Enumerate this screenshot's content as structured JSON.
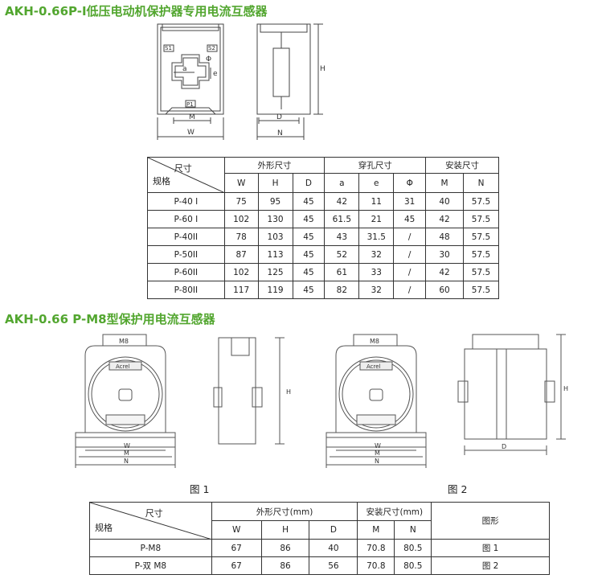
{
  "section1": {
    "title": "AKH-0.66P-I低压电动机保护器专用电流互感器",
    "drawing_labels": {
      "s1": "S1",
      "s2": "S2",
      "p1": "P1",
      "a": "a",
      "e": "e",
      "phi": "Φ",
      "m": "M",
      "w": "W",
      "d": "D",
      "n": "N",
      "h": "H"
    },
    "table": {
      "corner_top": "尺寸",
      "corner_bottom": "规格",
      "groups": [
        "外形尺寸",
        "穿孔尺寸",
        "安装尺寸"
      ],
      "columns": [
        "W",
        "H",
        "D",
        "a",
        "e",
        "Φ",
        "M",
        "N"
      ],
      "rows": [
        {
          "model": "P-40 I",
          "values": [
            "75",
            "95",
            "45",
            "42",
            "11",
            "31",
            "40",
            "57.5"
          ]
        },
        {
          "model": "P-60 I",
          "values": [
            "102",
            "130",
            "45",
            "61.5",
            "21",
            "45",
            "42",
            "57.5"
          ]
        },
        {
          "model": "P-40II",
          "values": [
            "78",
            "103",
            "45",
            "43",
            "31.5",
            "/",
            "48",
            "57.5"
          ]
        },
        {
          "model": "P-50II",
          "values": [
            "87",
            "113",
            "45",
            "52",
            "32",
            "/",
            "30",
            "57.5"
          ]
        },
        {
          "model": "P-60II",
          "values": [
            "102",
            "125",
            "45",
            "61",
            "33",
            "/",
            "42",
            "57.5"
          ]
        },
        {
          "model": "P-80II",
          "values": [
            "117",
            "119",
            "45",
            "82",
            "32",
            "/",
            "60",
            "57.5"
          ]
        }
      ]
    }
  },
  "section2": {
    "title": "AKH-0.66 P-M8型保护用电流互感器",
    "drawing_labels": {
      "m8": "M8",
      "brand": "Acrel",
      "w": "W",
      "m": "M",
      "n": "N",
      "h": "H",
      "d": "D"
    },
    "fig1_label": "图 1",
    "fig2_label": "图 2",
    "table": {
      "corner_top": "尺寸",
      "corner_bottom": "规格",
      "groups": [
        "外形尺寸(mm)",
        "安装尺寸(mm)",
        "图形"
      ],
      "columns": [
        "W",
        "H",
        "D",
        "M",
        "N"
      ],
      "rows": [
        {
          "model": "P-M8",
          "values": [
            "67",
            "86",
            "40",
            "70.8",
            "80.5"
          ],
          "figure": "图 1"
        },
        {
          "model": "P-双 M8",
          "values": [
            "67",
            "86",
            "56",
            "70.8",
            "80.5"
          ],
          "figure": "图 2"
        }
      ]
    }
  }
}
